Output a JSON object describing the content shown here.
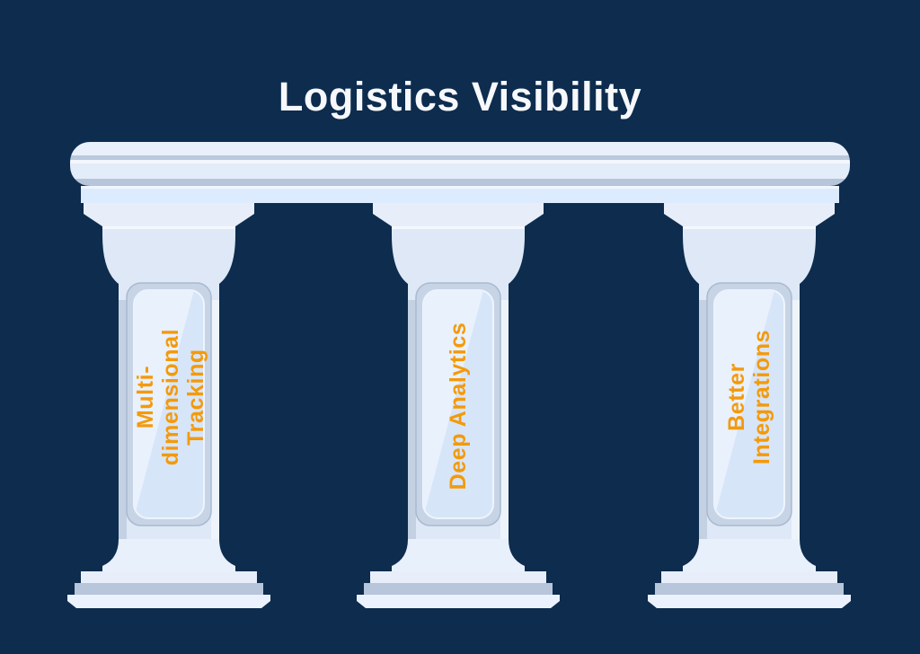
{
  "title": "Logistics Visibility",
  "pillars": [
    {
      "id": "multi-dimensional-tracking",
      "label": "Multi-dimensional Tracking",
      "label_lines": [
        "Multi-",
        "dimensional",
        "Tracking"
      ]
    },
    {
      "id": "deep-analytics",
      "label": "Deep Analytics",
      "label_lines": [
        "Deep Analytics"
      ]
    },
    {
      "id": "better-integrations",
      "label": "Better Integrations",
      "label_lines": [
        "Better",
        "Integrations"
      ]
    }
  ],
  "colors": {
    "background": "#0d2c4e",
    "title_text": "#f6f8fb",
    "accent_orange": "#f39a0b",
    "pillar_light": "#dee8f6",
    "pillar_shadow": "#b7c6da"
  }
}
